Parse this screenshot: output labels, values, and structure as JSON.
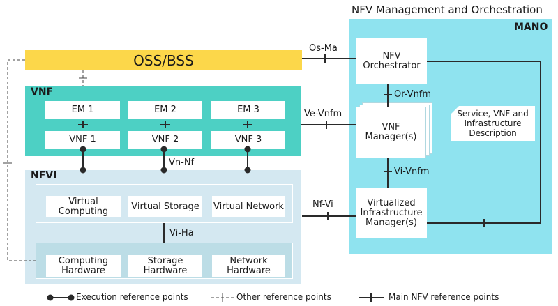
{
  "mano": {
    "outer_title": "NFV Management and Orchestration",
    "label": "MANO",
    "orchestrator": "NFV Orchestrator",
    "vnf_manager": "VNF Manager(s)",
    "vim": "Virtualized Infrastructure Manager(s)",
    "description": "Service, VNF and Infrastructure Description"
  },
  "oss_bss": "OSS/BSS",
  "vnf": {
    "label": "VNF",
    "ems": [
      "EM 1",
      "EM 2",
      "EM 3"
    ],
    "vnfs": [
      "VNF 1",
      "VNF 2",
      "VNF 3"
    ]
  },
  "nfvi": {
    "label": "NFVI",
    "virtual": [
      "Virtual Computing",
      "Virtual Storage",
      "Virtual Network"
    ],
    "hardware": [
      "Computing Hardware",
      "Storage Hardware",
      "Network Hardware"
    ]
  },
  "reference_points": {
    "os_ma": "Os-Ma",
    "or_vnfm": "Or-Vnfm",
    "ve_vnfm": "Ve-Vnfm",
    "vi_vnfm": "Vi-Vnfm",
    "vn_nf": "Vn-Nf",
    "nf_vi": "Nf-Vi",
    "vi_ha": "Vi-Ha"
  },
  "legend": {
    "execution": "Execution reference points",
    "other": "Other reference points",
    "main": "Main NFV reference points"
  },
  "colors": {
    "mano_bg": "#8fe3ef",
    "oss_bg": "#fcd74a",
    "vnf_bg": "#4dd0c4",
    "nfvi_bg": "#d4e8f1",
    "nfvi_inner": "#bcdde6"
  }
}
